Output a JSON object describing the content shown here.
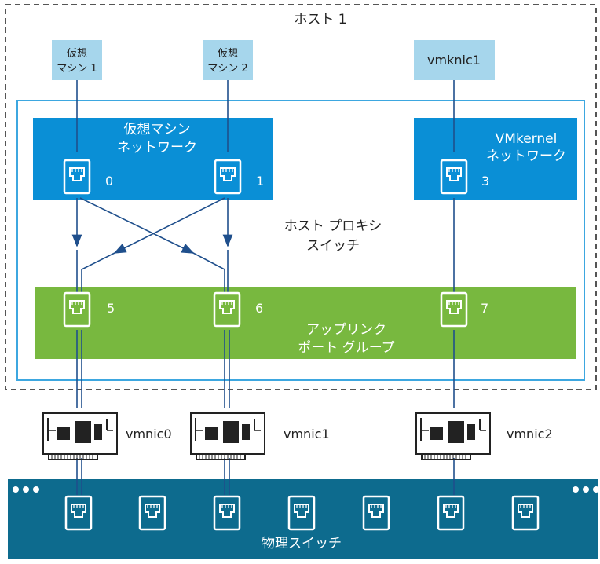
{
  "host": {
    "title": "ホスト 1"
  },
  "vms": [
    {
      "line1": "仮想",
      "line2": "マシン 1"
    },
    {
      "line1": "仮想",
      "line2": "マシン 2"
    },
    {
      "label": "vmknic1"
    }
  ],
  "proxy_switch": {
    "line1": "ホスト プロキシ",
    "line2": "スイッチ"
  },
  "vm_network": {
    "line1": "仮想マシン",
    "line2": "ネットワーク",
    "ports": [
      "0",
      "1"
    ],
    "color": "#0a8fd6"
  },
  "vmkernel_network": {
    "line1": "VMkernel",
    "line2": "ネットワーク",
    "ports": [
      "3"
    ],
    "color": "#0a8fd6"
  },
  "uplink_group": {
    "line1": "アップリンク",
    "line2": "ポート グループ",
    "ports": [
      "5",
      "6",
      "7"
    ],
    "color": "#78b83f"
  },
  "nics": [
    "vmnic0",
    "vmnic1",
    "vmnic2"
  ],
  "physical_switch": {
    "label": "物理スイッチ",
    "color": "#0d6b8e"
  },
  "colors": {
    "vm_box": "#a6d6ec",
    "line": "#1f4f8c",
    "proxy_border": "#3da7e0"
  }
}
